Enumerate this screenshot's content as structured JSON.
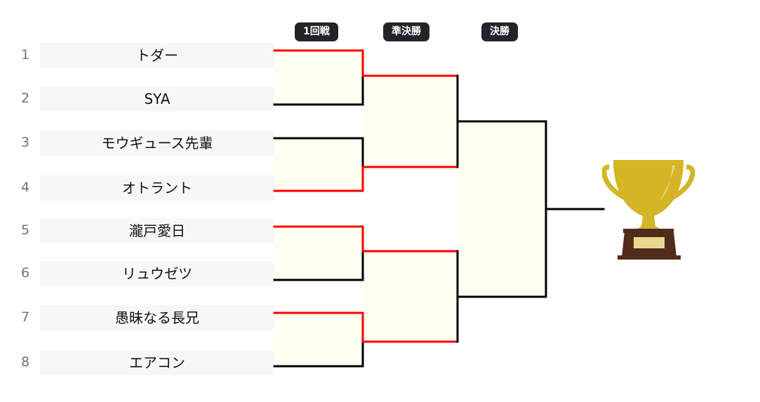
{
  "rounds": [
    "1回戦",
    "準決勝",
    "決勝"
  ],
  "players": [
    {
      "seed": "1",
      "name": "トダー"
    },
    {
      "seed": "2",
      "name": "SYA"
    },
    {
      "seed": "3",
      "name": "モウギュース先輩"
    },
    {
      "seed": "4",
      "name": "オトラント"
    },
    {
      "seed": "5",
      "name": "瀧戸愛日"
    },
    {
      "seed": "6",
      "name": "リュウゼツ"
    },
    {
      "seed": "7",
      "name": "愚昧なる長兄"
    },
    {
      "seed": "8",
      "name": "エアコン"
    }
  ],
  "round1_winners": [
    "top",
    "bottom",
    "top",
    "top"
  ],
  "colors": {
    "win_line": "#ff0000",
    "line": "#000000",
    "match_fill": "#fdfff0",
    "trophy_gold": "#d4b526",
    "trophy_base": "#512c1d"
  }
}
